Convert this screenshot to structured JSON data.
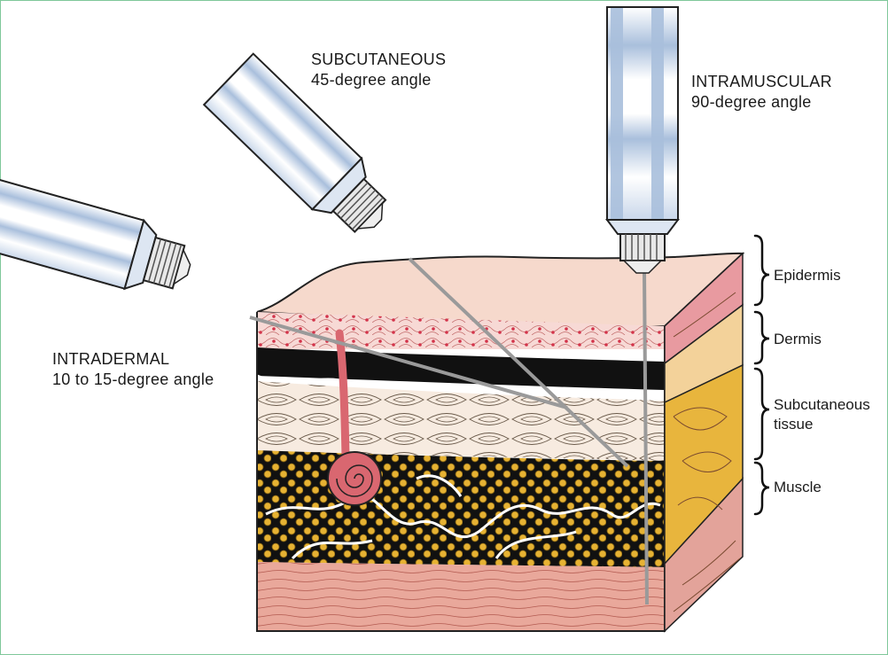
{
  "labels": {
    "subcutaneous": {
      "title": "SUBCUTANEOUS",
      "angle": "45-degree angle"
    },
    "intramuscular": {
      "title": "INTRAMUSCULAR",
      "angle": "90-degree angle"
    },
    "intradermal": {
      "title": "INTRADERMAL",
      "angle": "10 to 15-degree angle"
    }
  },
  "layers": {
    "epidermis": "Epidermis",
    "dermis": "Dermis",
    "subcutaneous_line1": "Subcutaneous",
    "subcutaneous_line2": "tissue",
    "muscle": "Muscle"
  },
  "colors": {
    "frame": "#7fc79a",
    "epidermis": "#f6d9cc",
    "epidermis_side": "#e89aa0",
    "dermis_cells": "#f7d6d2",
    "dermis_side": "#f3d29a",
    "dark_layer": "#111111",
    "subcutaneous": "#f6e8dc",
    "fat_yellow": "#e6b233",
    "muscle": "#e8a598",
    "syringe_barrel": "#a9bfdc",
    "needle": "#9a9a9a",
    "blood_vessel": "#d96770"
  }
}
